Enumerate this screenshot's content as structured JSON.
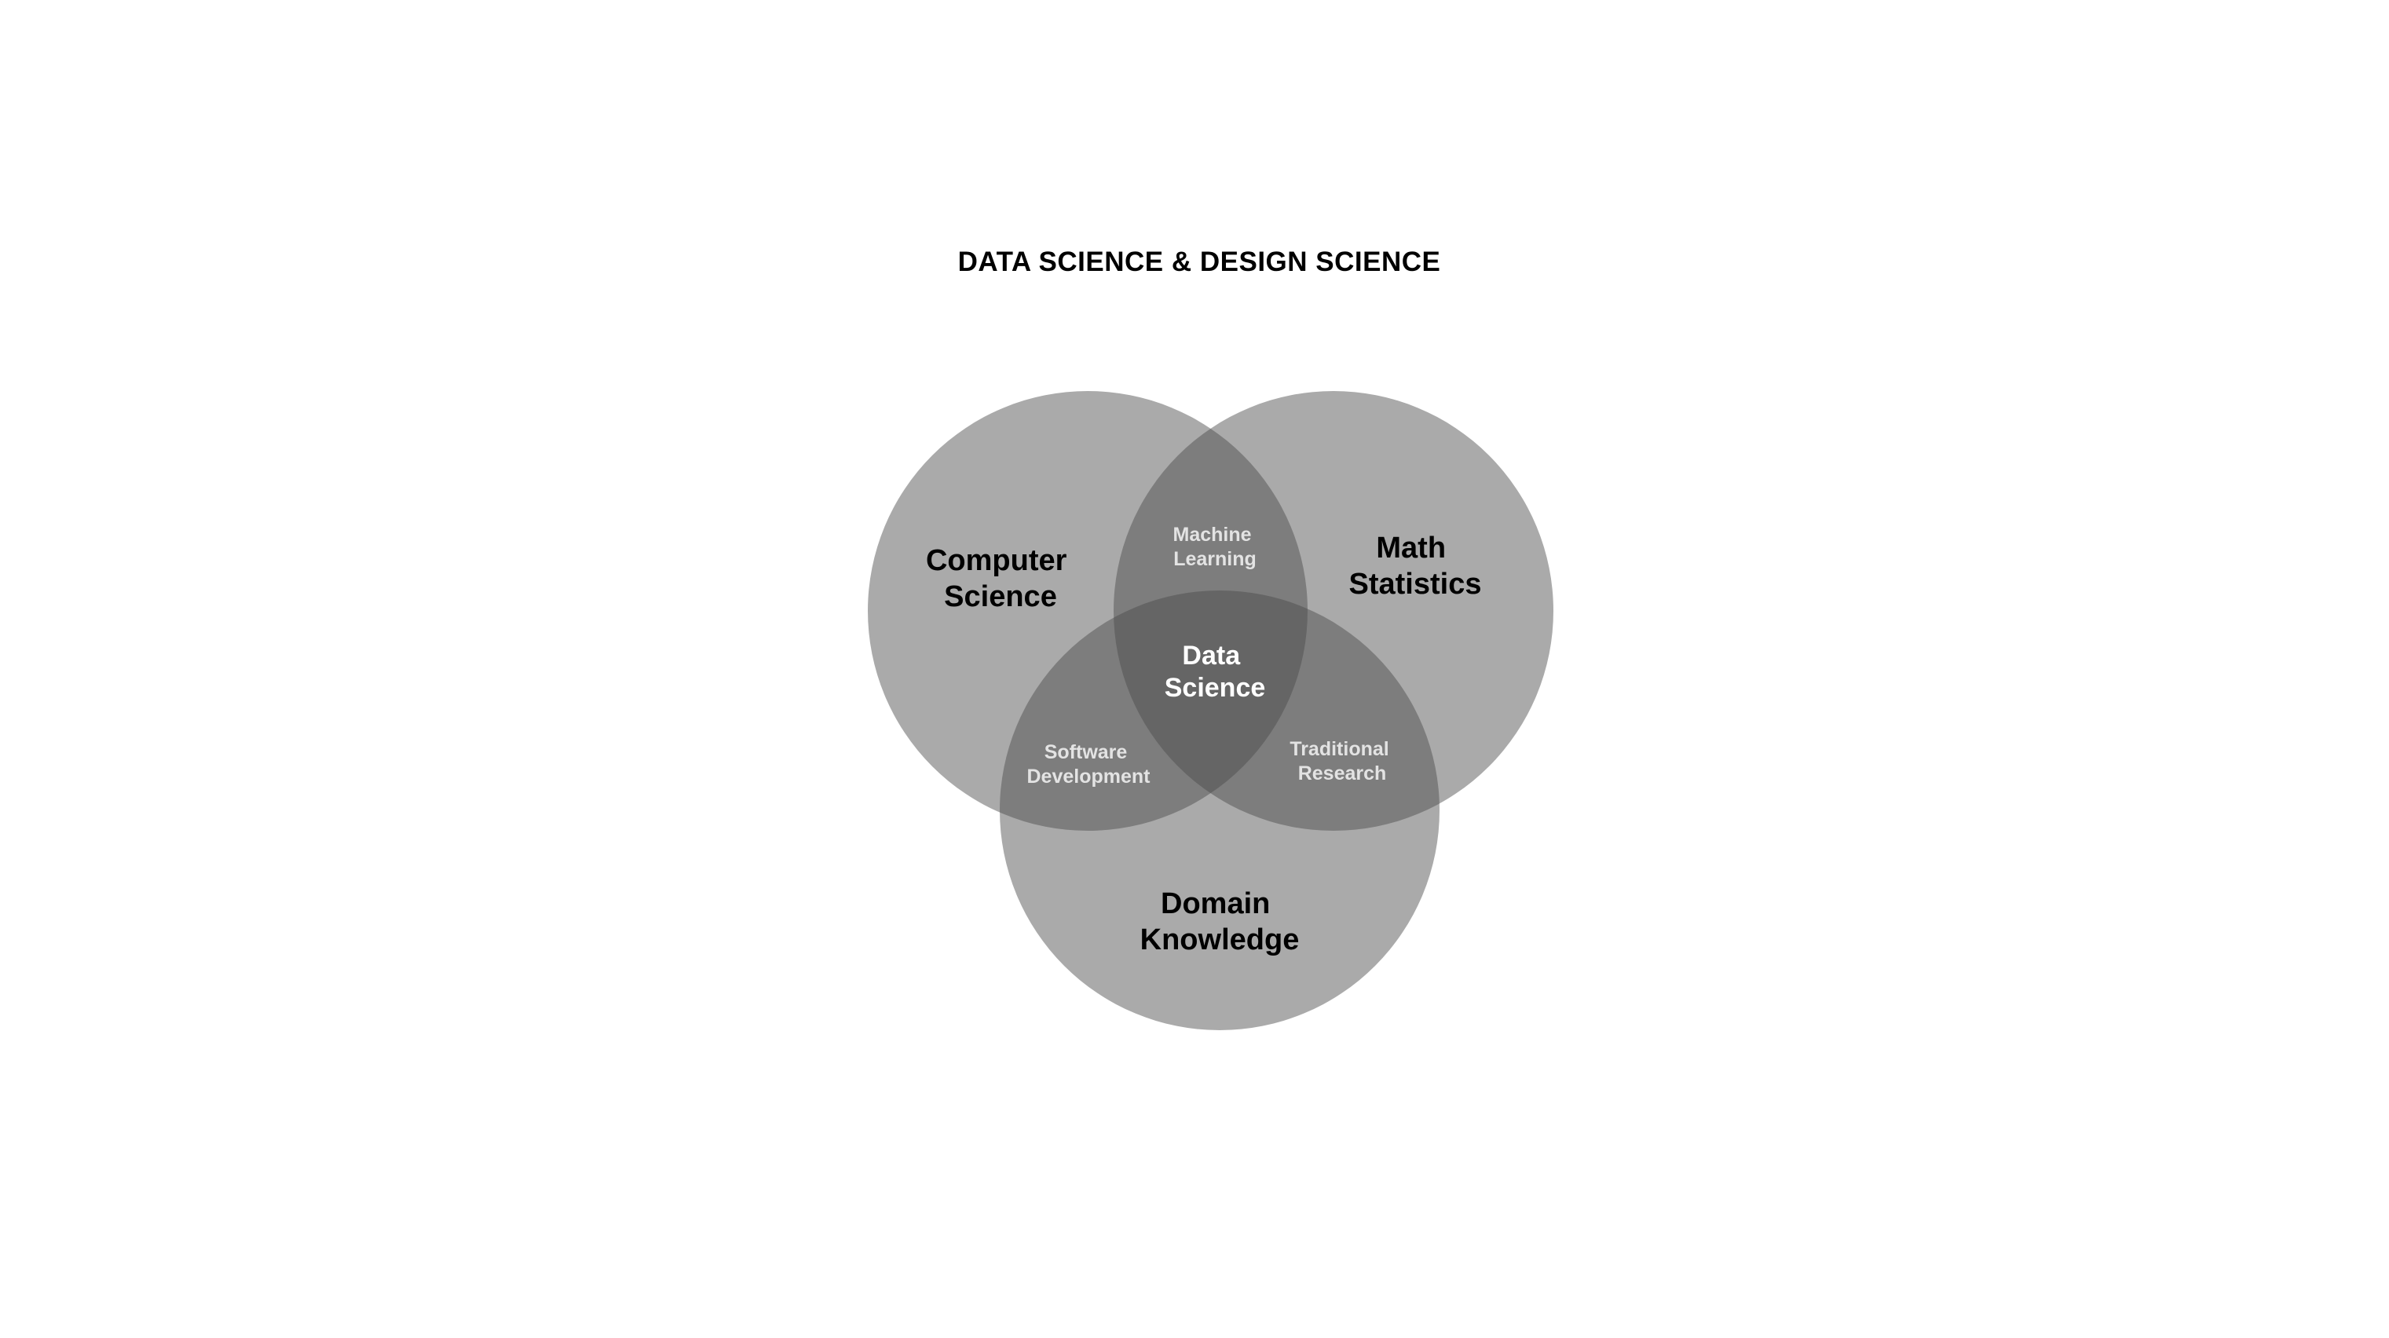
{
  "slide": {
    "title": "DATA SCIENCE & DESIGN SCIENCE"
  },
  "venn": {
    "circle_color": "#4a4a4a",
    "sets": [
      {
        "id": "computer-science",
        "lines": [
          "Computer",
          "Science"
        ]
      },
      {
        "id": "math-statistics",
        "lines": [
          "Math",
          "Statistics"
        ]
      },
      {
        "id": "domain-knowledge",
        "lines": [
          "Domain",
          "Knowledge"
        ]
      }
    ],
    "overlaps": {
      "machine_learning": [
        "Machine",
        "Learning"
      ],
      "software_development": [
        "Software",
        "Development"
      ],
      "traditional_research": [
        "Traditional",
        "Research"
      ],
      "data_science": [
        "Data",
        "Science"
      ]
    }
  }
}
